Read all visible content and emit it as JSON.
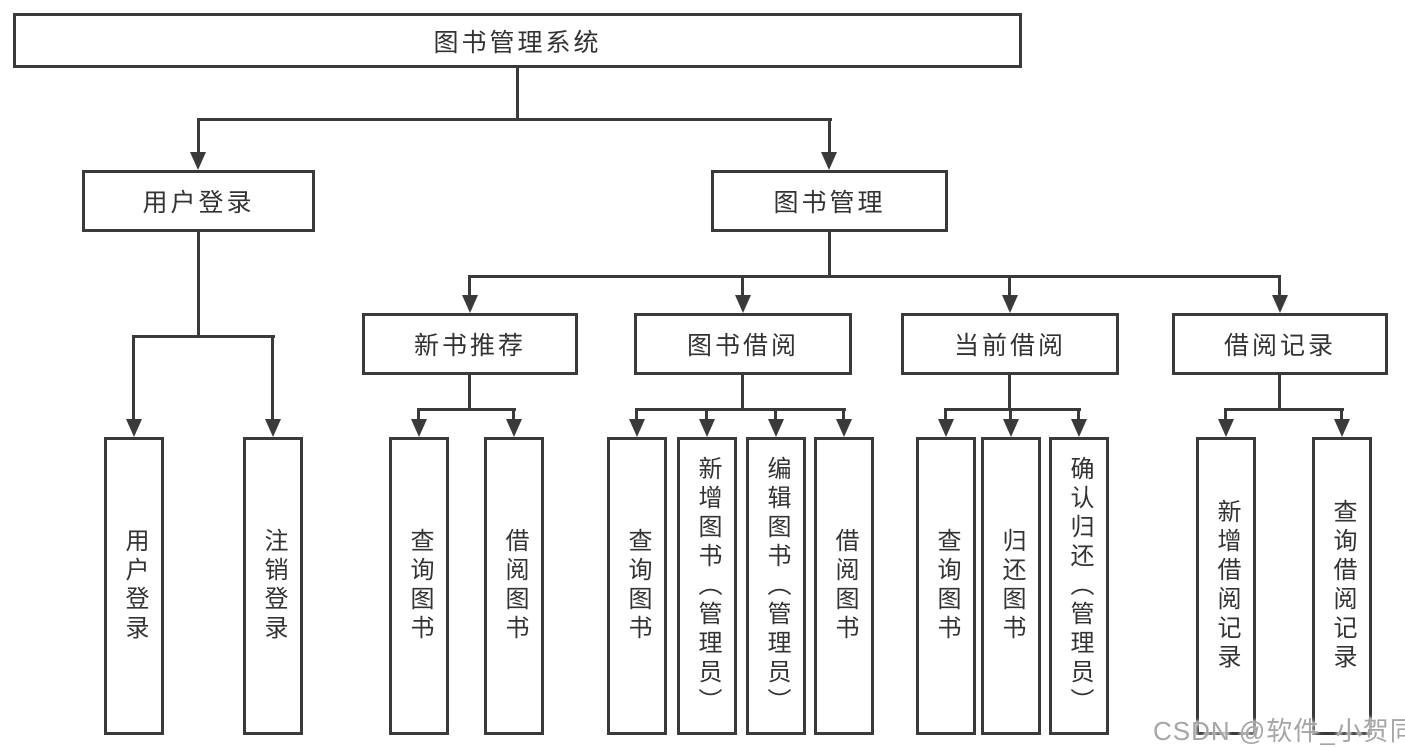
{
  "colors": {
    "line": "#3a3a3a",
    "border": "#3a3a3a",
    "text": "#333333",
    "watermark": "#a6a6a6",
    "bg": "#ffffff"
  },
  "nodes": {
    "root": {
      "label": "图书管理系统"
    },
    "user_login": {
      "label": "用户登录"
    },
    "book_management": {
      "label": "图书管理"
    },
    "new_book_recommend": {
      "label": "新书推荐"
    },
    "book_borrowing": {
      "label": "图书借阅"
    },
    "current_borrowing": {
      "label": "当前借阅"
    },
    "borrow_records": {
      "label": "借阅记录"
    },
    "leaf_user_login": {
      "label": "用户登录"
    },
    "leaf_logout": {
      "label": "注销登录"
    },
    "recommend_query_books": {
      "label": "查询图书"
    },
    "recommend_borrow_books": {
      "label": "借阅图书"
    },
    "borrowing_query_books": {
      "label": "查询图书"
    },
    "borrowing_add_books": {
      "label": "新增图书（管理员）"
    },
    "borrowing_edit_books": {
      "label": "编辑图书（管理员）"
    },
    "borrowing_borrow_books": {
      "label": "借阅图书"
    },
    "current_query_books": {
      "label": "查询图书"
    },
    "current_return_books": {
      "label": "归还图书"
    },
    "current_confirm_return": {
      "label": "确认归还（管理员）"
    },
    "records_add_record": {
      "label": "新增借阅记录"
    },
    "records_query_record": {
      "label": "查询借阅记录"
    }
  },
  "watermark": {
    "text": "CSDN @软件_小贺同学"
  }
}
